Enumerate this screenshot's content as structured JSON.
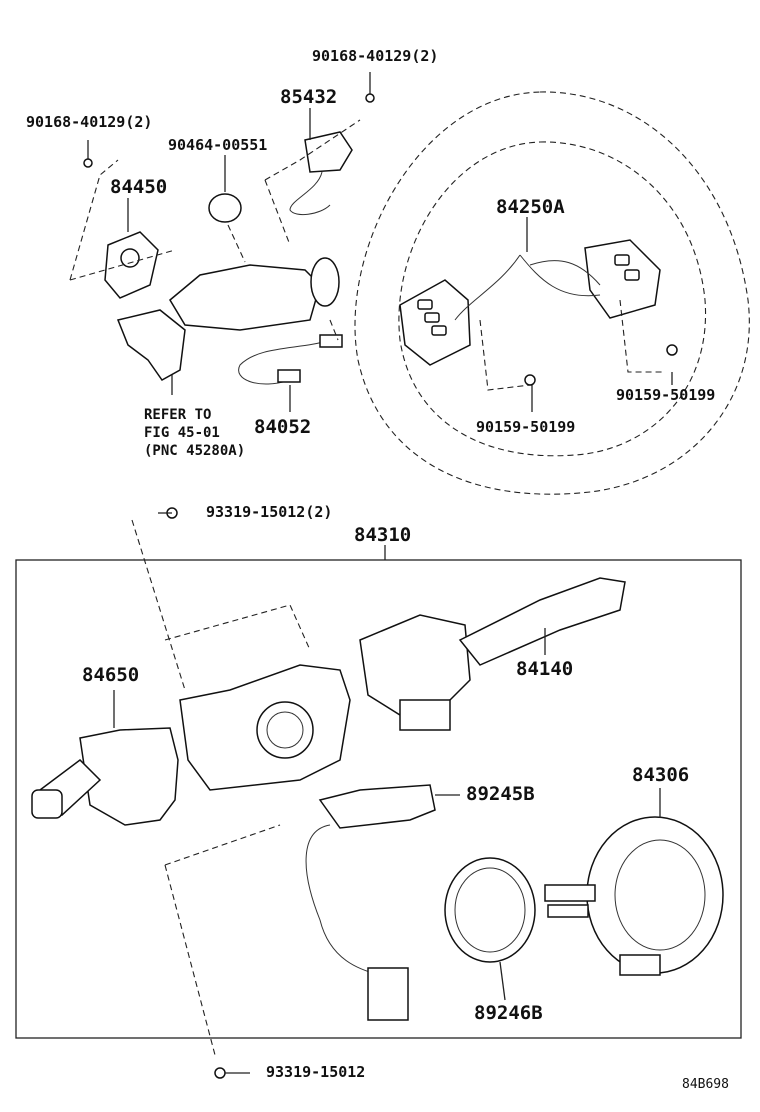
{
  "callouts": {
    "bolt_top_right": "90168-40129(2)",
    "bolt_top_left": "90168-40129(2)",
    "switch_85432": "85432",
    "clamp_90464": "90464-00551",
    "switch_84450": "84450",
    "steering_switch": "84250A",
    "screw_right": "90159-50199",
    "screw_center": "90159-50199",
    "wire_84052": "84052",
    "bolt_93319_2": "93319-15012(2)",
    "assembly_84310": "84310",
    "switch_84650": "84650",
    "switch_84140": "84140",
    "sensor_89245B": "89245B",
    "spiral_cable": "84306",
    "ring_89246B": "89246B",
    "bolt_93319": "93319-15012"
  },
  "reference_note": {
    "line1": "REFER TO",
    "line2": "FIG 45-01",
    "line3": "(PNC 45280A)"
  },
  "figure_code": "84B698"
}
